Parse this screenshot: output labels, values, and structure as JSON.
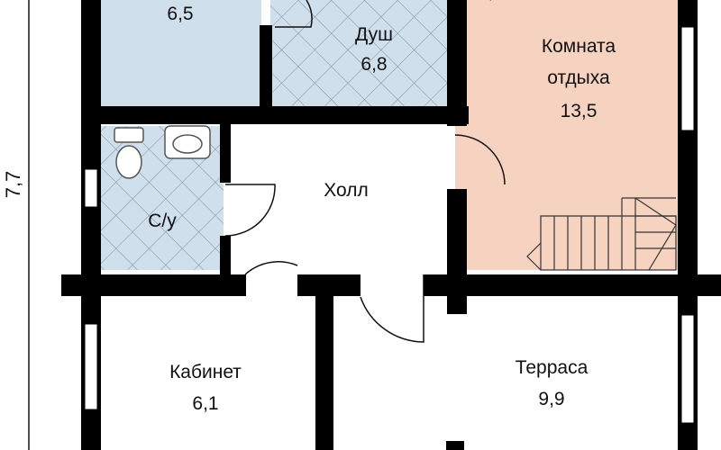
{
  "plan": {
    "dimension_left": "7,7",
    "colors": {
      "wet_zone": "#cfe0ec",
      "rest_room": "#f6d3c0",
      "wall": "#000000"
    },
    "rooms": {
      "top_left": {
        "area": "6,5"
      },
      "shower": {
        "name": "Душ",
        "area": "6,8"
      },
      "rest_room": {
        "name": "Комната",
        "name2": "отдыха",
        "area": "13,5"
      },
      "hall": {
        "name": "Холл"
      },
      "wc": {
        "name": "С/у"
      },
      "study": {
        "name": "Кабинет",
        "area": "6,1"
      },
      "terrace": {
        "name": "Терраса",
        "area": "9,9"
      }
    }
  }
}
